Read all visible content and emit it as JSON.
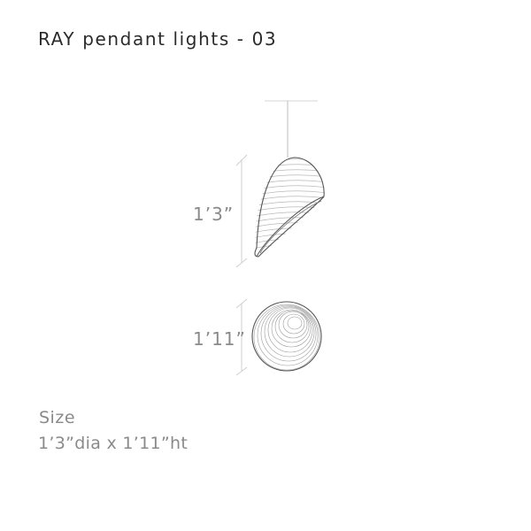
{
  "header": {
    "title": "RAY pendant lights - 03"
  },
  "drawings": {
    "side_view": {
      "height_label": "1’3”",
      "icon": "pendant-side-view"
    },
    "bottom_view": {
      "height_label": "1’11”",
      "icon": "pendant-bottom-view"
    }
  },
  "specs": {
    "size_heading": "Size",
    "size_value": "1’3”dia x 1’11”ht"
  },
  "colors": {
    "title": "#2b2b2b",
    "secondary_text": "#8a8a8a",
    "line": "#cfcfcf",
    "outline": "#555555"
  }
}
